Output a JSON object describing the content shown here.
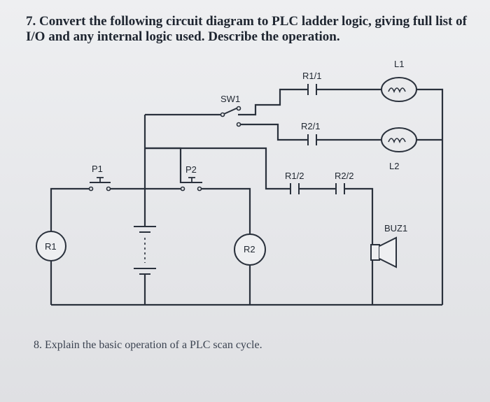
{
  "question7": "7. Convert the following circuit diagram to PLC ladder logic, giving full list of I/O and any internal logic used. Describe the operation.",
  "question8": "8. Explain the basic operation of a PLC scan cycle.",
  "components": {
    "sw1": "SW1",
    "r1_1": "R1/1",
    "r2_1": "R2/1",
    "l1": "L1",
    "l2": "L2",
    "p1": "P1",
    "p2": "P2",
    "r1_2": "R1/2",
    "r2_2": "R2/2",
    "buz1": "BUZ1",
    "r1": "R1",
    "r2": "R2"
  }
}
